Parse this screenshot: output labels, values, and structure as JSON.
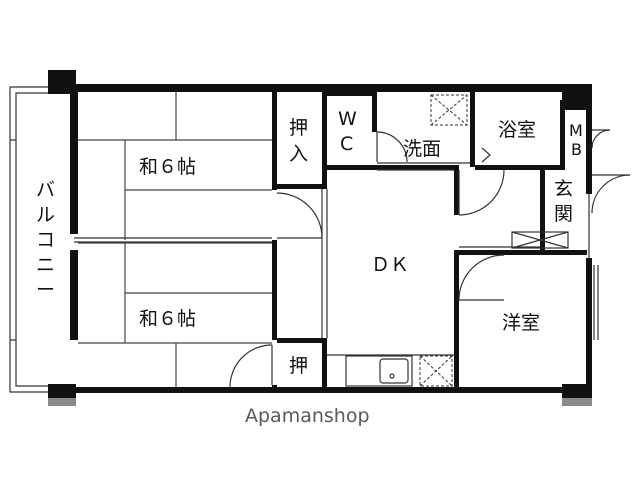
{
  "colors": {
    "wall": "#111111",
    "thin_line": "#333333",
    "tatami_line": "#444444",
    "pillar_gray": "#8a8a8a",
    "watermark": "#5a5a5a"
  },
  "rooms": {
    "washitsu_upper": "和６帖",
    "washitsu_lower": "和６帖",
    "oshiire_upper": [
      "押",
      "入"
    ],
    "oshiire_lower": "押",
    "wc": [
      "W",
      "C"
    ],
    "senmen": "洗面",
    "yokushitsu": "浴室",
    "mb": [
      "M",
      "B"
    ],
    "genkan": [
      "玄",
      "関"
    ],
    "dk": "ＤＫ",
    "yoshitsu": "洋室",
    "balcony": [
      "バ",
      "ル",
      "コ",
      "ニ",
      "ー"
    ]
  },
  "watermark": "Apamanshop"
}
